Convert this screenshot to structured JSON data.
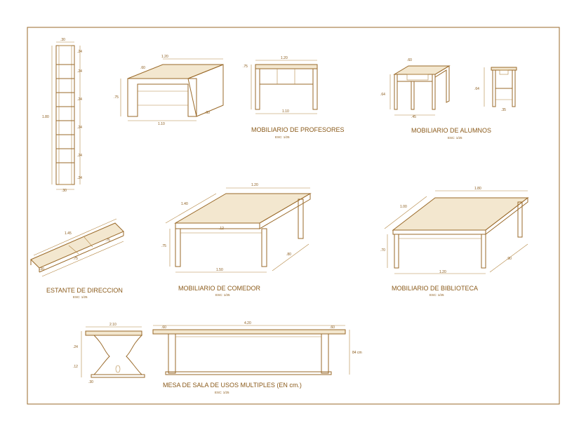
{
  "titles": {
    "profesores": "MOBILIARIO DE PROFESORES",
    "alumnos": "MOBILIARIO DE ALUMNOS",
    "estante": "ESTANTE DE DIRECCION",
    "comedor": "MOBILIARIO DE COMEDOR",
    "biblioteca": "MOBILIARIO DE BIBLIOTECA",
    "mesa_sala": "MESA DE SALA DE USOS MULTIPLES (EN cm.)"
  },
  "scales": {
    "profesores": "ESC: 1/25",
    "alumnos": "ESC: 1/25",
    "estante": "ESC: 1/25",
    "comedor": "ESC: 1/25",
    "biblioteca": "ESC: 1/25",
    "mesa_sala": "ESC: 1/25"
  },
  "dims": {
    "shelf_height": "1.80",
    "shelf_depth": ".30",
    "shelf_width": ".30",
    "shelf_spacing": ".24",
    "desk_prof_length": "1.20",
    "desk_prof_depth": ".60",
    "desk_prof_height": ".75",
    "desk_prof_front": "1.10",
    "desk_prof_front_top": "1.20",
    "alum_desk_width": ".60",
    "alum_desk_depth": ".45",
    "alum_desk_height": ".64",
    "alum_chair": ".35",
    "estante_length": "1.45",
    "estante_sub": ".75",
    "estante_base": ".30",
    "comedor_length": "1.20",
    "comedor_width": "1.40",
    "comedor_height": ".75",
    "comedor_apron": ".12",
    "comedor_leg": "1.50",
    "comedor_depth": ".80",
    "bib_length": "1.80",
    "bib_width": "1.00",
    "bib_height": ".70",
    "bib_leg": "1.20",
    "bib_depth": ".90",
    "mesa_end_width": "2.10",
    "mesa_length": "4.20",
    "mesa_height": "84 cm",
    "mesa_ends": ".60"
  }
}
